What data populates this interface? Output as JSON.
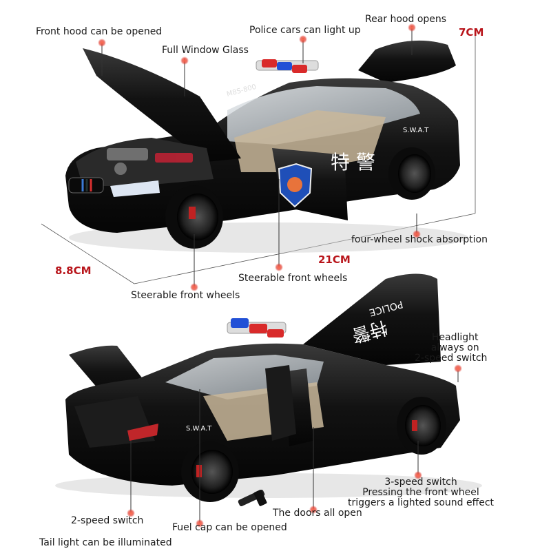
{
  "top": {
    "callouts": {
      "front_hood": "Front hood can be opened",
      "window_glass": "Full Window Glass",
      "police_lights": "Police cars can light up",
      "rear_hood": "Rear hood opens",
      "shock": "four-wheel shock absorption",
      "steer_mid": "Steerable front wheels",
      "steer_left": "Steerable front wheels"
    },
    "dimensions": {
      "height": "7CM",
      "width": "8.8CM",
      "length": "21CM"
    },
    "car_text": {
      "swat": "S.W.A.T",
      "chinese": "特 警",
      "plate": "M8S-800"
    }
  },
  "bottom": {
    "callouts": {
      "headlight": [
        "Headlight",
        "always on",
        "2-speed switch"
      ],
      "sound": [
        "3-speed switch",
        "Pressing the front wheel",
        "triggers a lighted sound effect"
      ],
      "doors": "The doors all open",
      "fuel_cap": "Fuel cap can be opened",
      "two_speed": "2-speed switch",
      "tail_light": "Tail light can be illuminated"
    },
    "car_text": {
      "police": "POLICE",
      "chinese": "特警",
      "swat": "S.W.A.T"
    }
  },
  "colors": {
    "dimension_text": "#b8141a",
    "callout_dot": "#e23b2e",
    "car_body": "#121212"
  }
}
